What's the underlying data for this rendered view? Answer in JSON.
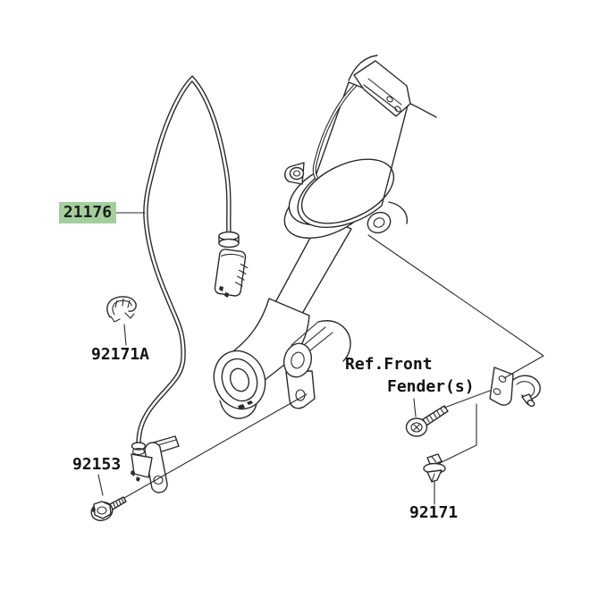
{
  "diagram": {
    "type": "exploded-parts-diagram",
    "highlight_color": "#a4cf9d",
    "line_color": "#2b2b2b",
    "labels": {
      "part_21176": "21176",
      "part_92171A": "92171A",
      "part_92153": "92153",
      "part_92171": "92171",
      "ref_line1": "Ref.Front",
      "ref_line2": "Fender(s)"
    }
  }
}
